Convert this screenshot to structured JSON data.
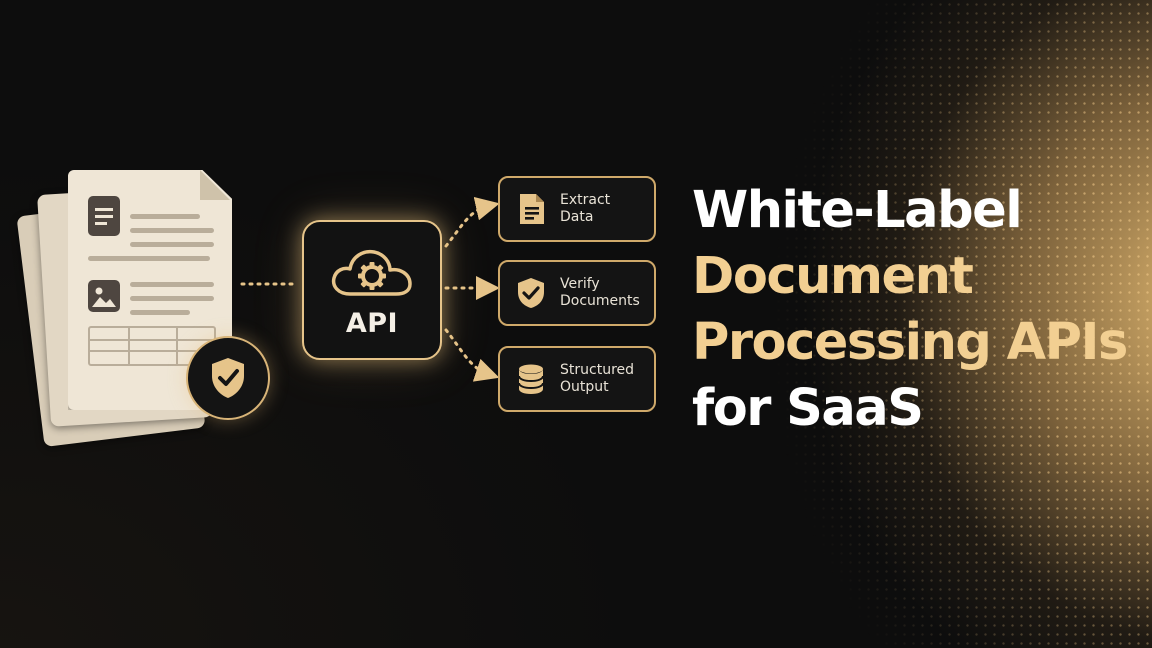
{
  "api": {
    "label": "API"
  },
  "outputs": [
    {
      "label_line1": "Extract",
      "label_line2": "Data",
      "icon": "document-icon"
    },
    {
      "label_line1": "Verify",
      "label_line2": "Documents",
      "icon": "shield-check-icon"
    },
    {
      "label_line1": "Structured",
      "label_line2": "Output",
      "icon": "database-icon"
    }
  ],
  "headline": {
    "line1": "White-Label",
    "line2": "Document",
    "line3": "Processing APIs",
    "line4": "for SaaS"
  },
  "colors": {
    "background": "#0d0d0d",
    "gold": "#e6c48a",
    "headline_gold": "#f2cf92",
    "paper": "#efe6d6"
  }
}
